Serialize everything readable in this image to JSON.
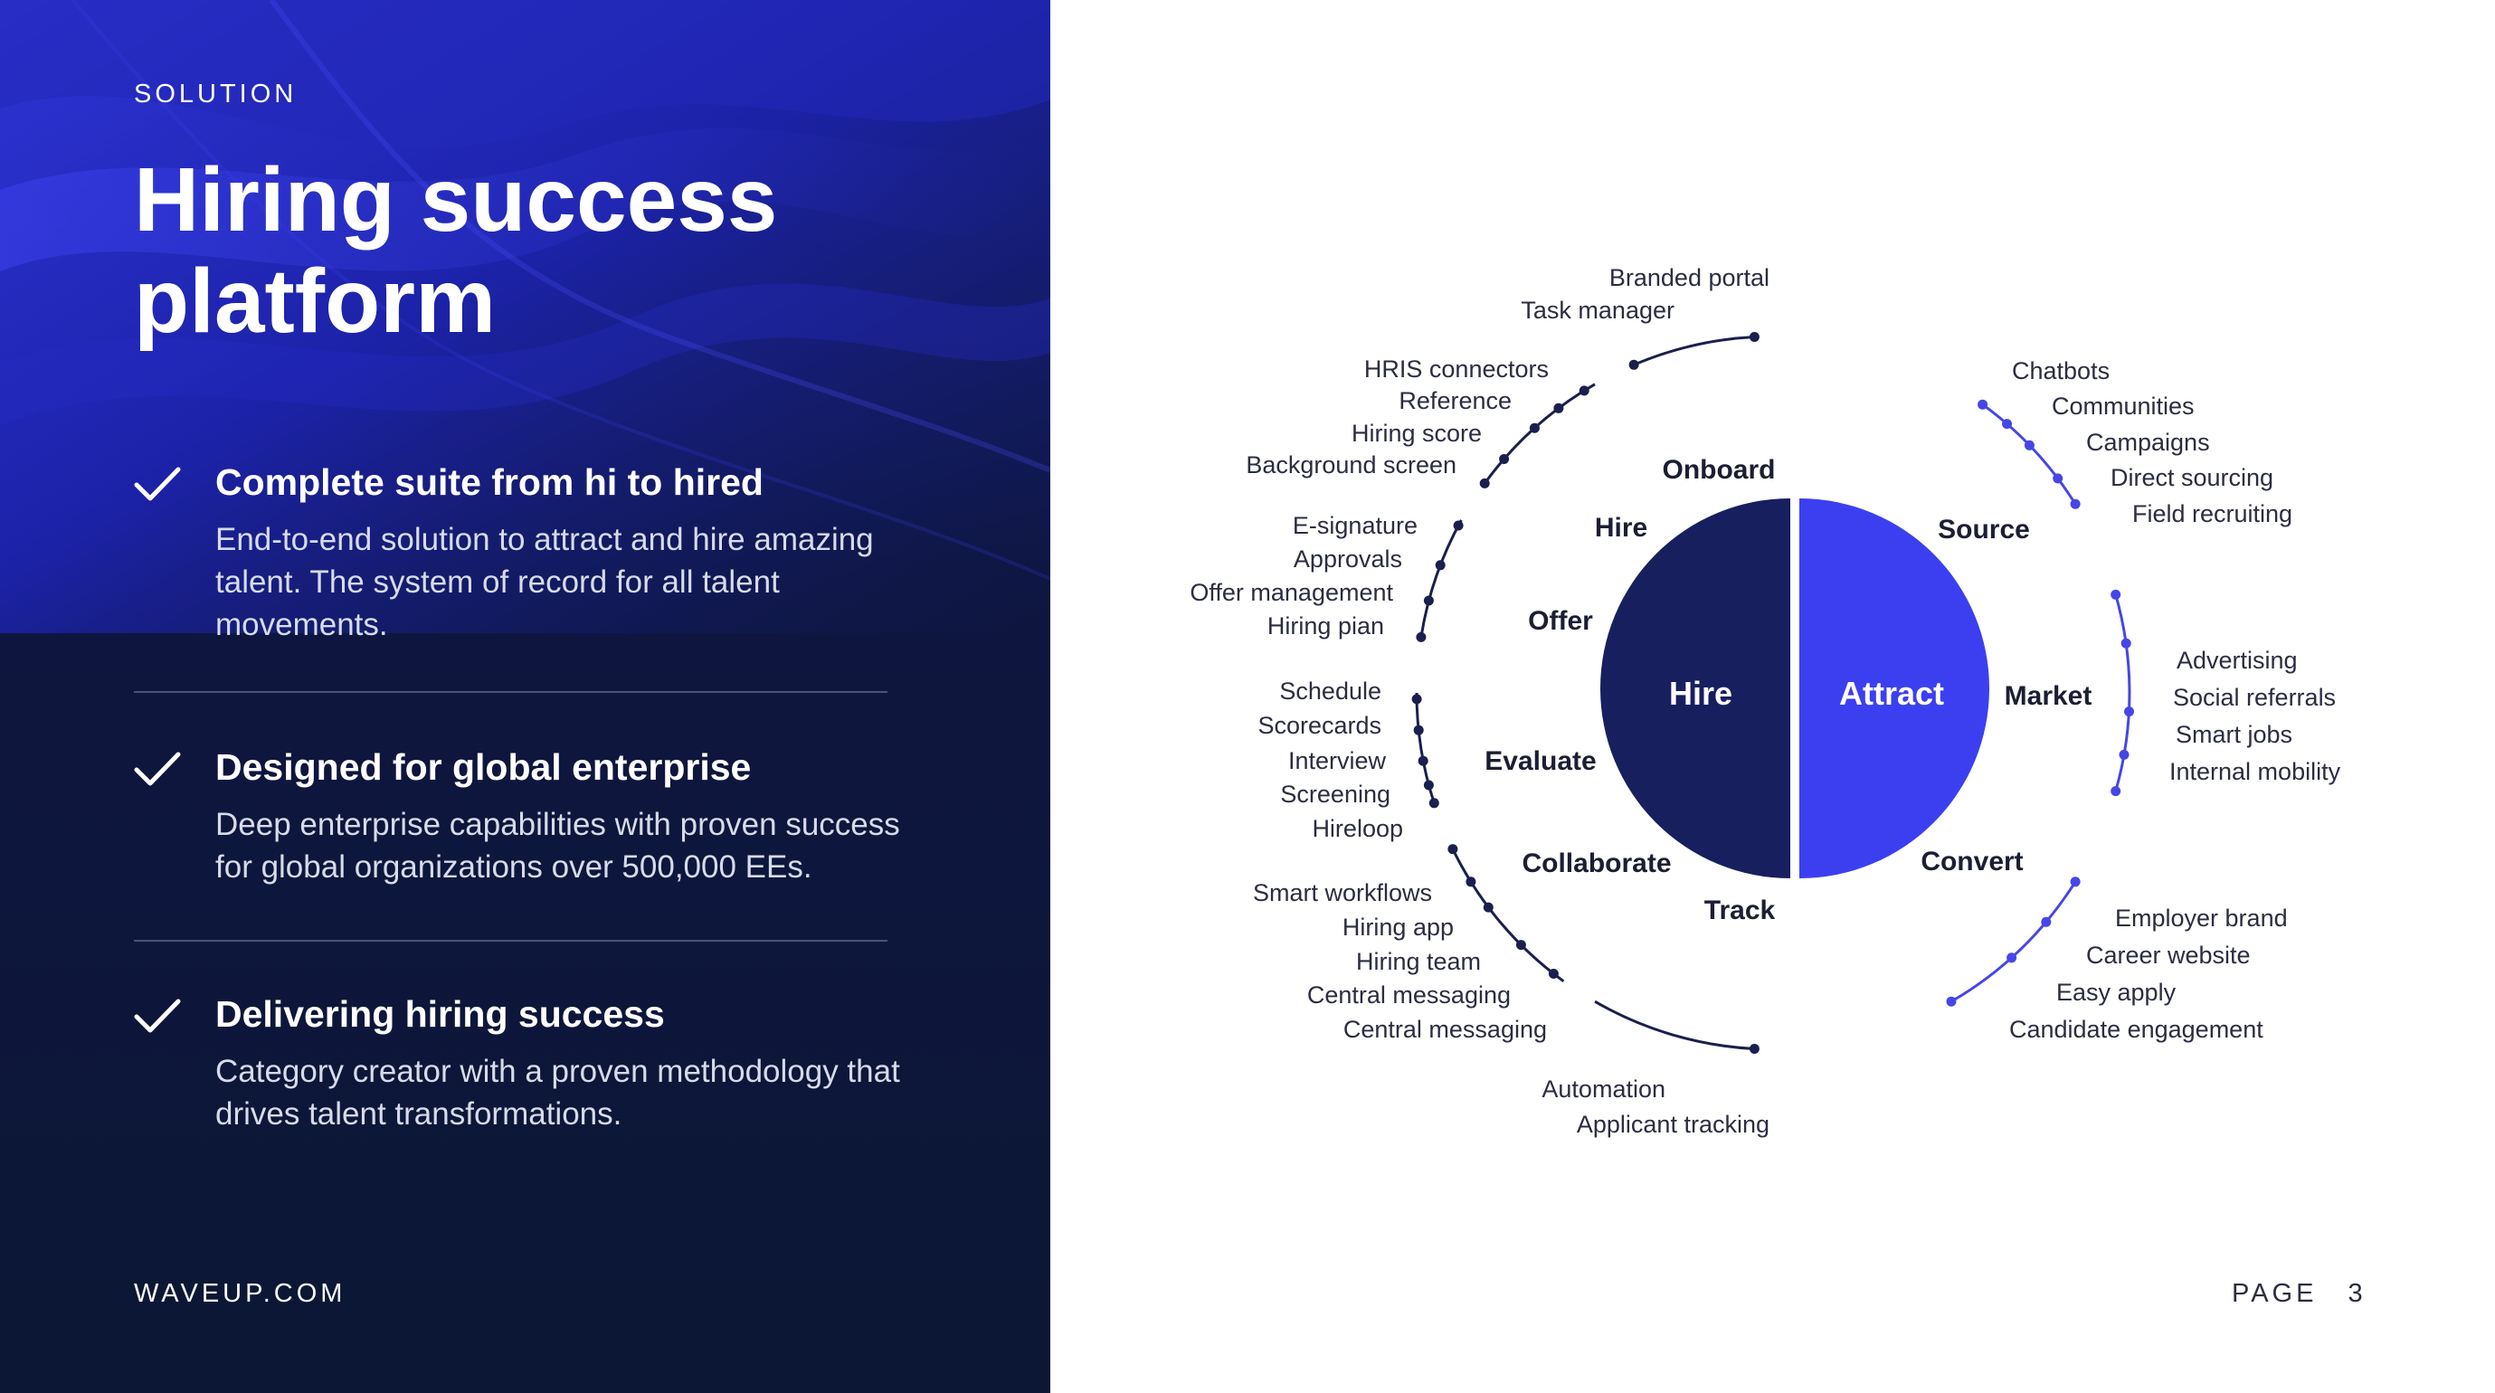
{
  "eyebrow": "SOLUTION",
  "title_line1": "Hiring success",
  "title_line2": "platform",
  "features": [
    {
      "icon": "check-icon",
      "title": "Complete suite from hi to hired",
      "desc": "End-to-end solution to attract and hire amazing talent. The system of record for all talent movements."
    },
    {
      "icon": "check-icon",
      "title": "Designed for global enterprise",
      "desc": "Deep enterprise capabilities with proven success for global organizations over 500,000 EEs."
    },
    {
      "icon": "check-icon",
      "title": "Delivering hiring success",
      "desc": "Category creator with a proven methodology that drives talent transformations."
    }
  ],
  "footer": {
    "site": "WAVEUP.COM",
    "page_label": "PAGE",
    "page_number": "3"
  },
  "diagram": {
    "core": {
      "left": "Hire",
      "right": "Attract"
    },
    "colors": {
      "hire": "#181f5e",
      "attract": "#3c3ff0",
      "line_dark": "#1a1f4d",
      "line_accent": "#4646e6"
    },
    "stages": {
      "onboard": "Onboard",
      "hire": "Hire",
      "offer": "Offer",
      "evaluate": "Evaluate",
      "collaborate": "Collaborate",
      "track": "Track",
      "source": "Source",
      "market": "Market",
      "convert": "Convert"
    },
    "onboard_items": [
      "Branded portal",
      "Task manager"
    ],
    "hire_items": [
      "HRIS connectors",
      "Reference",
      "Hiring score",
      "Background screen"
    ],
    "offer_items": [
      "E-signature",
      "Approvals",
      "Offer management",
      "Hiring pian"
    ],
    "evaluate_items": [
      "Schedule",
      "Scorecards",
      "Interview",
      "Screening",
      "Hireloop"
    ],
    "collaborate_items": [
      "Smart workflows",
      "Hiring app",
      "Hiring team",
      "Central messaging",
      "Central messaging"
    ],
    "track_items": [
      "Automation",
      "Applicant tracking"
    ],
    "source_items": [
      "Chatbots",
      "Communities",
      "Campaigns",
      "Direct sourcing",
      "Field recruiting"
    ],
    "market_items": [
      "Advertising",
      "Social referrals",
      "Smart jobs",
      "Internal mobility"
    ],
    "convert_items": [
      "Employer brand",
      "Career website",
      "Easy apply",
      "Candidate engagement"
    ]
  }
}
